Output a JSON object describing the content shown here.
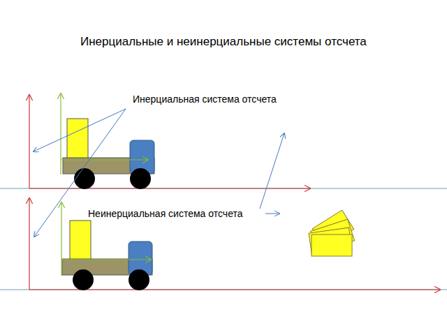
{
  "diagram": {
    "title": "Инерциальные и неинерциальные системы отсчета",
    "labels": [
      "Инерциальная система отсчета",
      "Неинерциальная система отсчета"
    ]
  }
}
